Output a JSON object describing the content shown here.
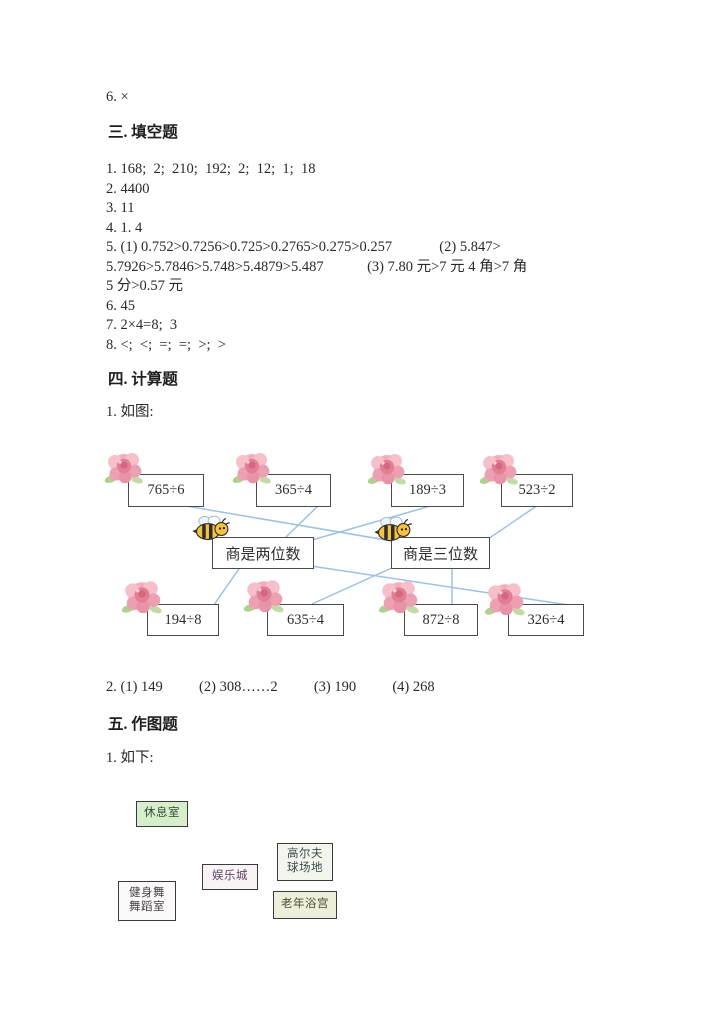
{
  "document": {
    "prev_section_last_answer": "6. ×",
    "section_fill": {
      "title": "三. 填空题",
      "lines": [
        "1. 168;  2;  210;  192;  2;  12;  1;  18",
        "2. 4400",
        "3. 11",
        "4. 1. 4",
        "5. (1) 0.752>0.7256>0.725>0.2765>0.275>0.257             (2) 5.847>",
        "5.7926>5.7846>5.748>5.4879>5.487            (3) 7.80 元>7 元 4 角>7 角",
        "5 分>0.57 元",
        "6. 45",
        "7. 2×4=8;  3",
        "8. <;  <;  =;  =;  >;  >"
      ]
    },
    "section_calc": {
      "title": "四. 计算题",
      "item1_label": "1. 如图:",
      "item2_line": "2. (1) 149          (2) 308……2          (3) 190          (4) 268"
    },
    "section_draw": {
      "title": "五. 作图题",
      "item1_label": "1. 如下:"
    }
  },
  "match_diagram": {
    "top_boxes": [
      "765÷6",
      "365÷4",
      "189÷3",
      "523÷2"
    ],
    "middle_boxes": [
      "商是两位数",
      "商是三位数"
    ],
    "bottom_boxes": [
      "194÷8",
      "635÷4",
      "872÷8",
      "326÷4"
    ],
    "connections": [
      "765÷6 → 商是三位数",
      "365÷4 → 商是两位数",
      "189÷3 → 商是两位数",
      "523÷2 → 商是三位数",
      "194÷8 → 商是两位数",
      "635÷4 → 商是三位数",
      "872÷8 → 商是三位数",
      "326÷4 → 商是两位数"
    ],
    "line_color": "#9cc2e5",
    "box_border_color": "#4a4a4a",
    "decorations": [
      "rose-icon",
      "bee-icon"
    ]
  },
  "map_diagram": {
    "rooms": [
      {
        "label": "休息室",
        "bg": "#d7eecb"
      },
      {
        "label": "高尔夫\n球场地",
        "bg": "#f3f6ee"
      },
      {
        "label": "娱乐城",
        "bg": "#faf3f5"
      },
      {
        "label": "健身舞\n舞蹈室",
        "bg": "#fbfaf9"
      },
      {
        "label": "老年浴宫",
        "bg": "#edefdb"
      }
    ]
  }
}
